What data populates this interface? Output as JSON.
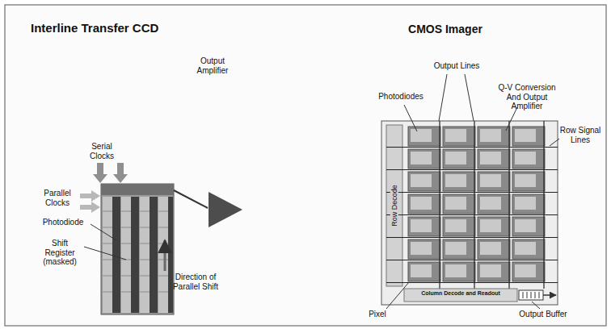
{
  "diagram": {
    "labels": [
      "Interline Transfer CCD",
      "Serial Clocks",
      "Output Amplifier",
      "Parallel Clocks",
      "Photodiode",
      "Shift Register (masked)",
      "Direction of Parallel Shift",
      "CMOS Imager",
      "Output Lines",
      "Photodiodes",
      "Q-V Conversion And Output Amplifier",
      "Row Signal Lines",
      "Row Decode",
      "Column Decode and Readout",
      "Pixel",
      "Output Buffer"
    ]
  }
}
